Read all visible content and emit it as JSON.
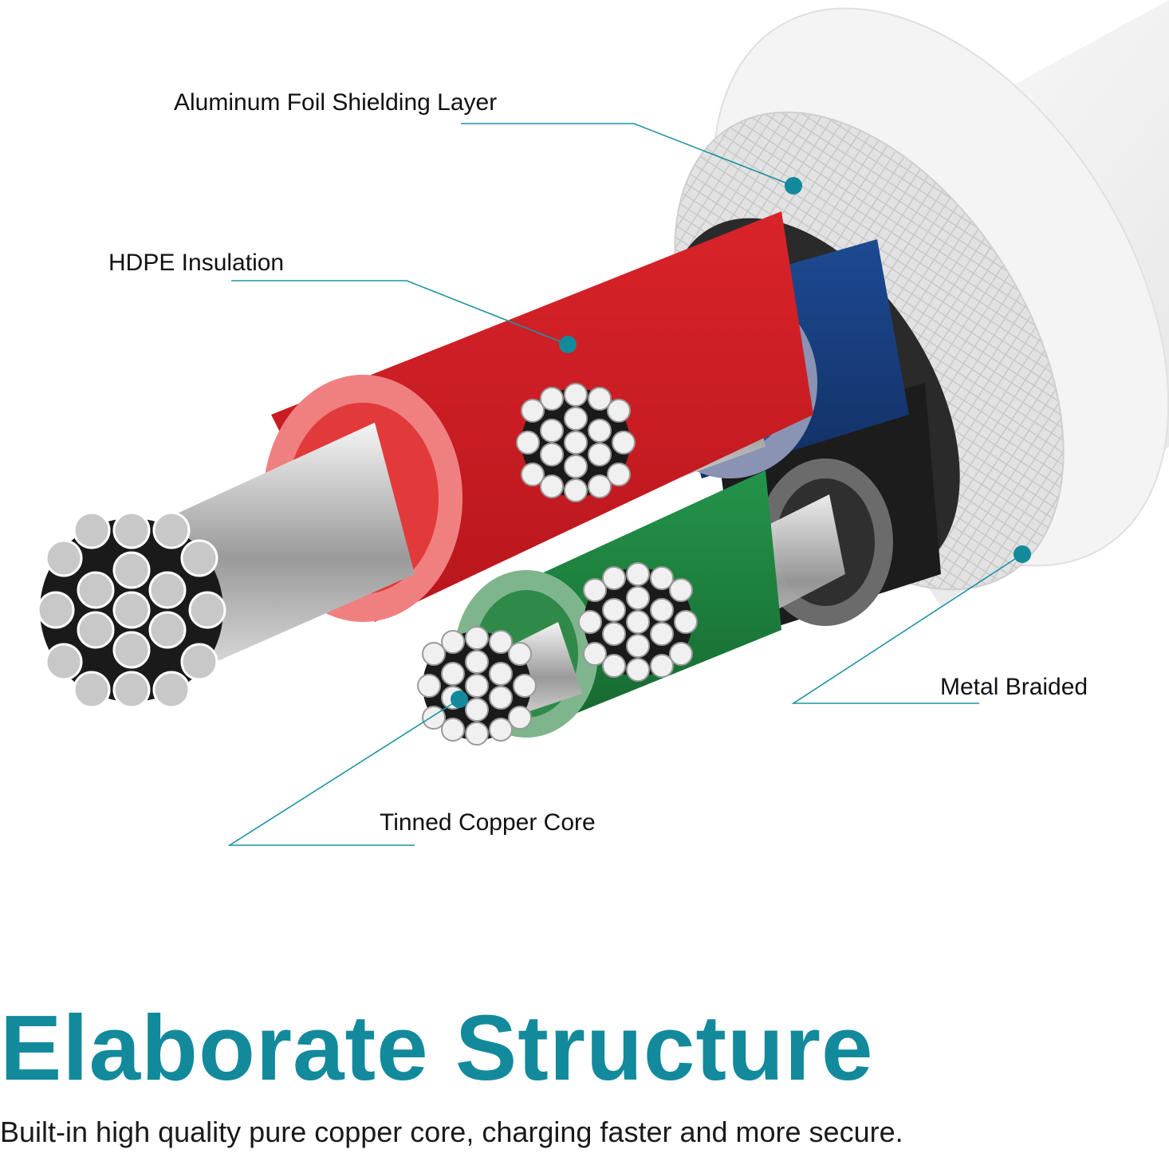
{
  "labels": {
    "foil": "Aluminum Foil Shielding Layer",
    "hdpe": "HDPE Insulation",
    "braid": "Metal Braided",
    "core": "Tinned Copper Core"
  },
  "headline": "Elaborate Structure",
  "subline": "Built-in high quality pure copper core, charging faster and more secure.",
  "colors": {
    "accent": "#128a9c",
    "callout_line": "#1c93a3",
    "insulation_red": "#e0262b",
    "insulation_blue": "#173a7a",
    "insulation_green": "#1f8a3c",
    "insulation_black": "#1c1c1c",
    "jacket": "#f2f2f2",
    "braid": "#dedede"
  },
  "icons": [
    "callout-dot-icon"
  ]
}
